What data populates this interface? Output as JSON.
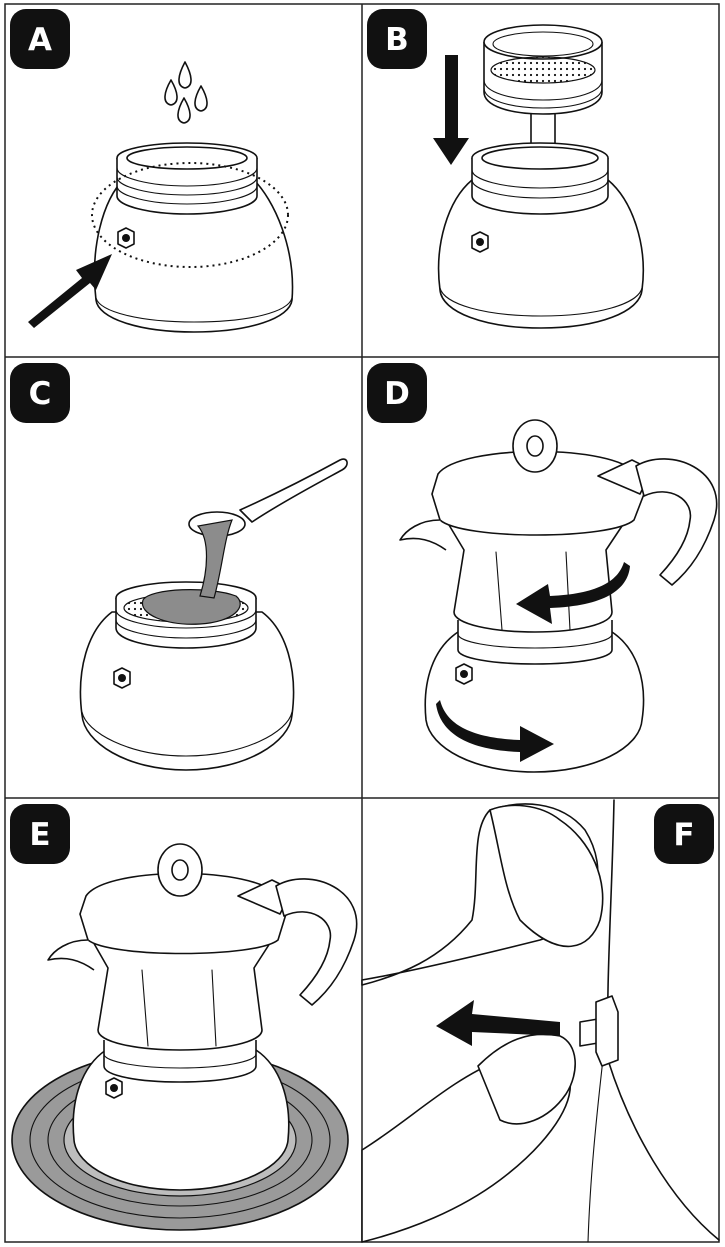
{
  "panels": [
    {
      "id": "A",
      "label": "A"
    },
    {
      "id": "B",
      "label": "B"
    },
    {
      "id": "C",
      "label": "C"
    },
    {
      "id": "D",
      "label": "D"
    },
    {
      "id": "E",
      "label": "E"
    },
    {
      "id": "F",
      "label": "F"
    }
  ],
  "colors": {
    "badge": "#111111",
    "badge_text": "#ffffff",
    "border": "#222222",
    "coffee": "#8c8c8c",
    "line": "#111111"
  }
}
